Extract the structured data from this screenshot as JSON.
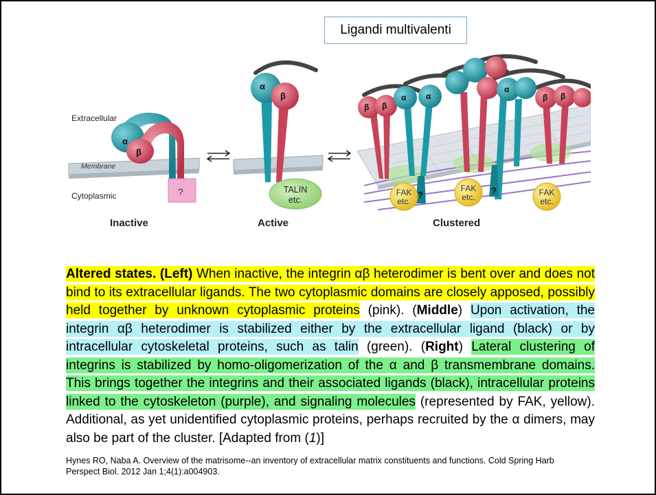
{
  "title_box": "Ligandi multivalenti",
  "diagram": {
    "labels": {
      "extracellular": "Extracellular",
      "membrane": "Membrane",
      "cytoplasmic": "Cytoplasmic"
    },
    "panels": {
      "inactive": "Inactive",
      "active": "Active",
      "clustered": "Clustered"
    },
    "alpha": "α",
    "beta": "β",
    "question": "?",
    "talin_line1": "TALIN",
    "talin_line2": "etc.",
    "fak_line1": "FAK",
    "fak_line2": "etc.",
    "colors": {
      "alpha_teal": "#1d9aa8",
      "beta_red": "#d84a5c",
      "unknown_pink": "#f2aed0",
      "talin_green": "#a8d98a",
      "fak_yellow": "#f3d34a",
      "cytoskeleton_purple": "#8b5fb8",
      "ligand_black": "#444444",
      "membrane_gray": "#c9d3da"
    }
  },
  "caption": {
    "s1": "Altered states. (",
    "s2": "Left",
    "s3": ") ",
    "s4": "When inactive, the integrin αβ heterodimer is bent over and does not bind to its extracellular ligands. The two cytoplasmic domains are closely apposed, possibly held together by unknown cytoplasmic proteins",
    "s5": " (pink). (",
    "s6": "Middle",
    "s7": ") ",
    "s8": "Upon activation, the integrin αβ heterodimer is stabilized either by the extracellular ligand (black) or by intracellular cytoskeletal proteins, such as talin",
    "s9": " (green). (",
    "s10": "Right",
    "s11": ") ",
    "s12": "Lateral clustering of integrins is stabilized by homo-oligomerization of the α and β transmembrane domains. This brings together the integrins and their associated ligands (black), intracellular proteins linked to the cytoskeleton (purple), and signaling molecules",
    "s13": " (represented by FAK, yellow). Additional, as yet unidentified cytoplasmic proteins, perhaps recruited by the α dimers, may also be part of the cluster. [Adapted from (",
    "s14": "1",
    "s15": ")]"
  },
  "reference": "Hynes RO, Naba A. Overview of the matrisome--an inventory of extracellular matrix constituents and functions. Cold Spring Harb Perspect Biol. 2012 Jan 1;4(1):a004903."
}
